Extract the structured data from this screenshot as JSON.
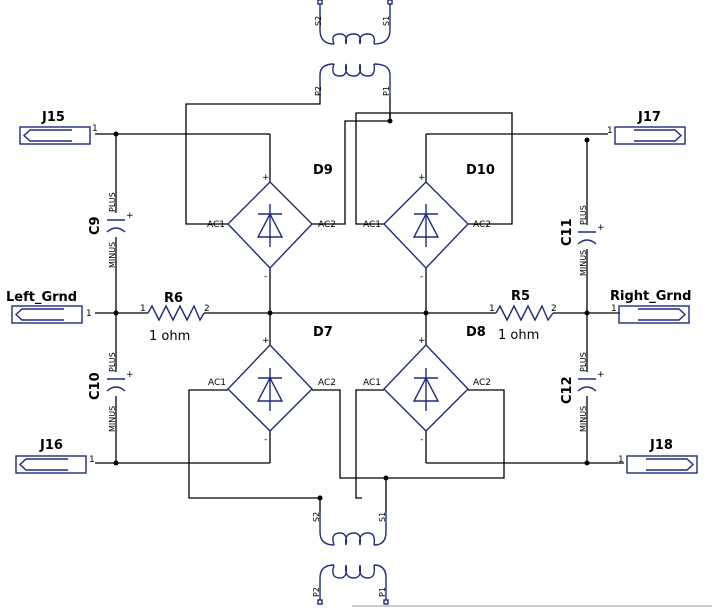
{
  "colors": {
    "symbol": "#1f2a80",
    "wire": "#000000",
    "background": "#ffffff"
  },
  "connectors": {
    "j15": {
      "ref": "J15",
      "pin": "1"
    },
    "j16": {
      "ref": "J16",
      "pin": "1"
    },
    "j17": {
      "ref": "J17",
      "pin": "1"
    },
    "j18": {
      "ref": "J18",
      "pin": "1"
    },
    "left_grnd": {
      "ref": "Left_Grnd",
      "pin": "1"
    },
    "right_grnd": {
      "ref": "Right_Grnd",
      "pin": "1"
    }
  },
  "capacitors": {
    "c9": {
      "ref": "C9",
      "plus": "PLUS",
      "minus": "MINUS",
      "sign": "+"
    },
    "c10": {
      "ref": "C10",
      "plus": "PLUS",
      "minus": "MINUS",
      "sign": "+"
    },
    "c11": {
      "ref": "C11",
      "plus": "PLUS",
      "minus": "MINUS",
      "sign": "+"
    },
    "c12": {
      "ref": "C12",
      "plus": "PLUS",
      "minus": "MINUS",
      "sign": "+"
    }
  },
  "resistors": {
    "r6": {
      "ref": "R6",
      "value": "1 ohm",
      "pin1": "1",
      "pin2": "2"
    },
    "r5": {
      "ref": "R5",
      "value": "1 ohm",
      "pin1": "1",
      "pin2": "2"
    }
  },
  "bridges": {
    "d9": {
      "ref": "D9",
      "ac1": "AC1",
      "ac2": "AC2",
      "plus": "+",
      "minus": "-"
    },
    "d10": {
      "ref": "D10",
      "ac1": "AC1",
      "ac2": "AC2",
      "plus": "+",
      "minus": "-"
    },
    "d7": {
      "ref": "D7",
      "ac1": "AC1",
      "ac2": "AC2",
      "plus": "+",
      "minus": "-"
    },
    "d8": {
      "ref": "D8",
      "ac1": "AC1",
      "ac2": "AC2",
      "plus": "+",
      "minus": "-"
    }
  },
  "transformers": {
    "top": {
      "s2": "S2",
      "s1": "S1",
      "p2": "P2",
      "p1": "P1"
    },
    "bottom": {
      "s2": "S2",
      "s1": "S1",
      "p2": "P2",
      "p1": "P1"
    }
  }
}
